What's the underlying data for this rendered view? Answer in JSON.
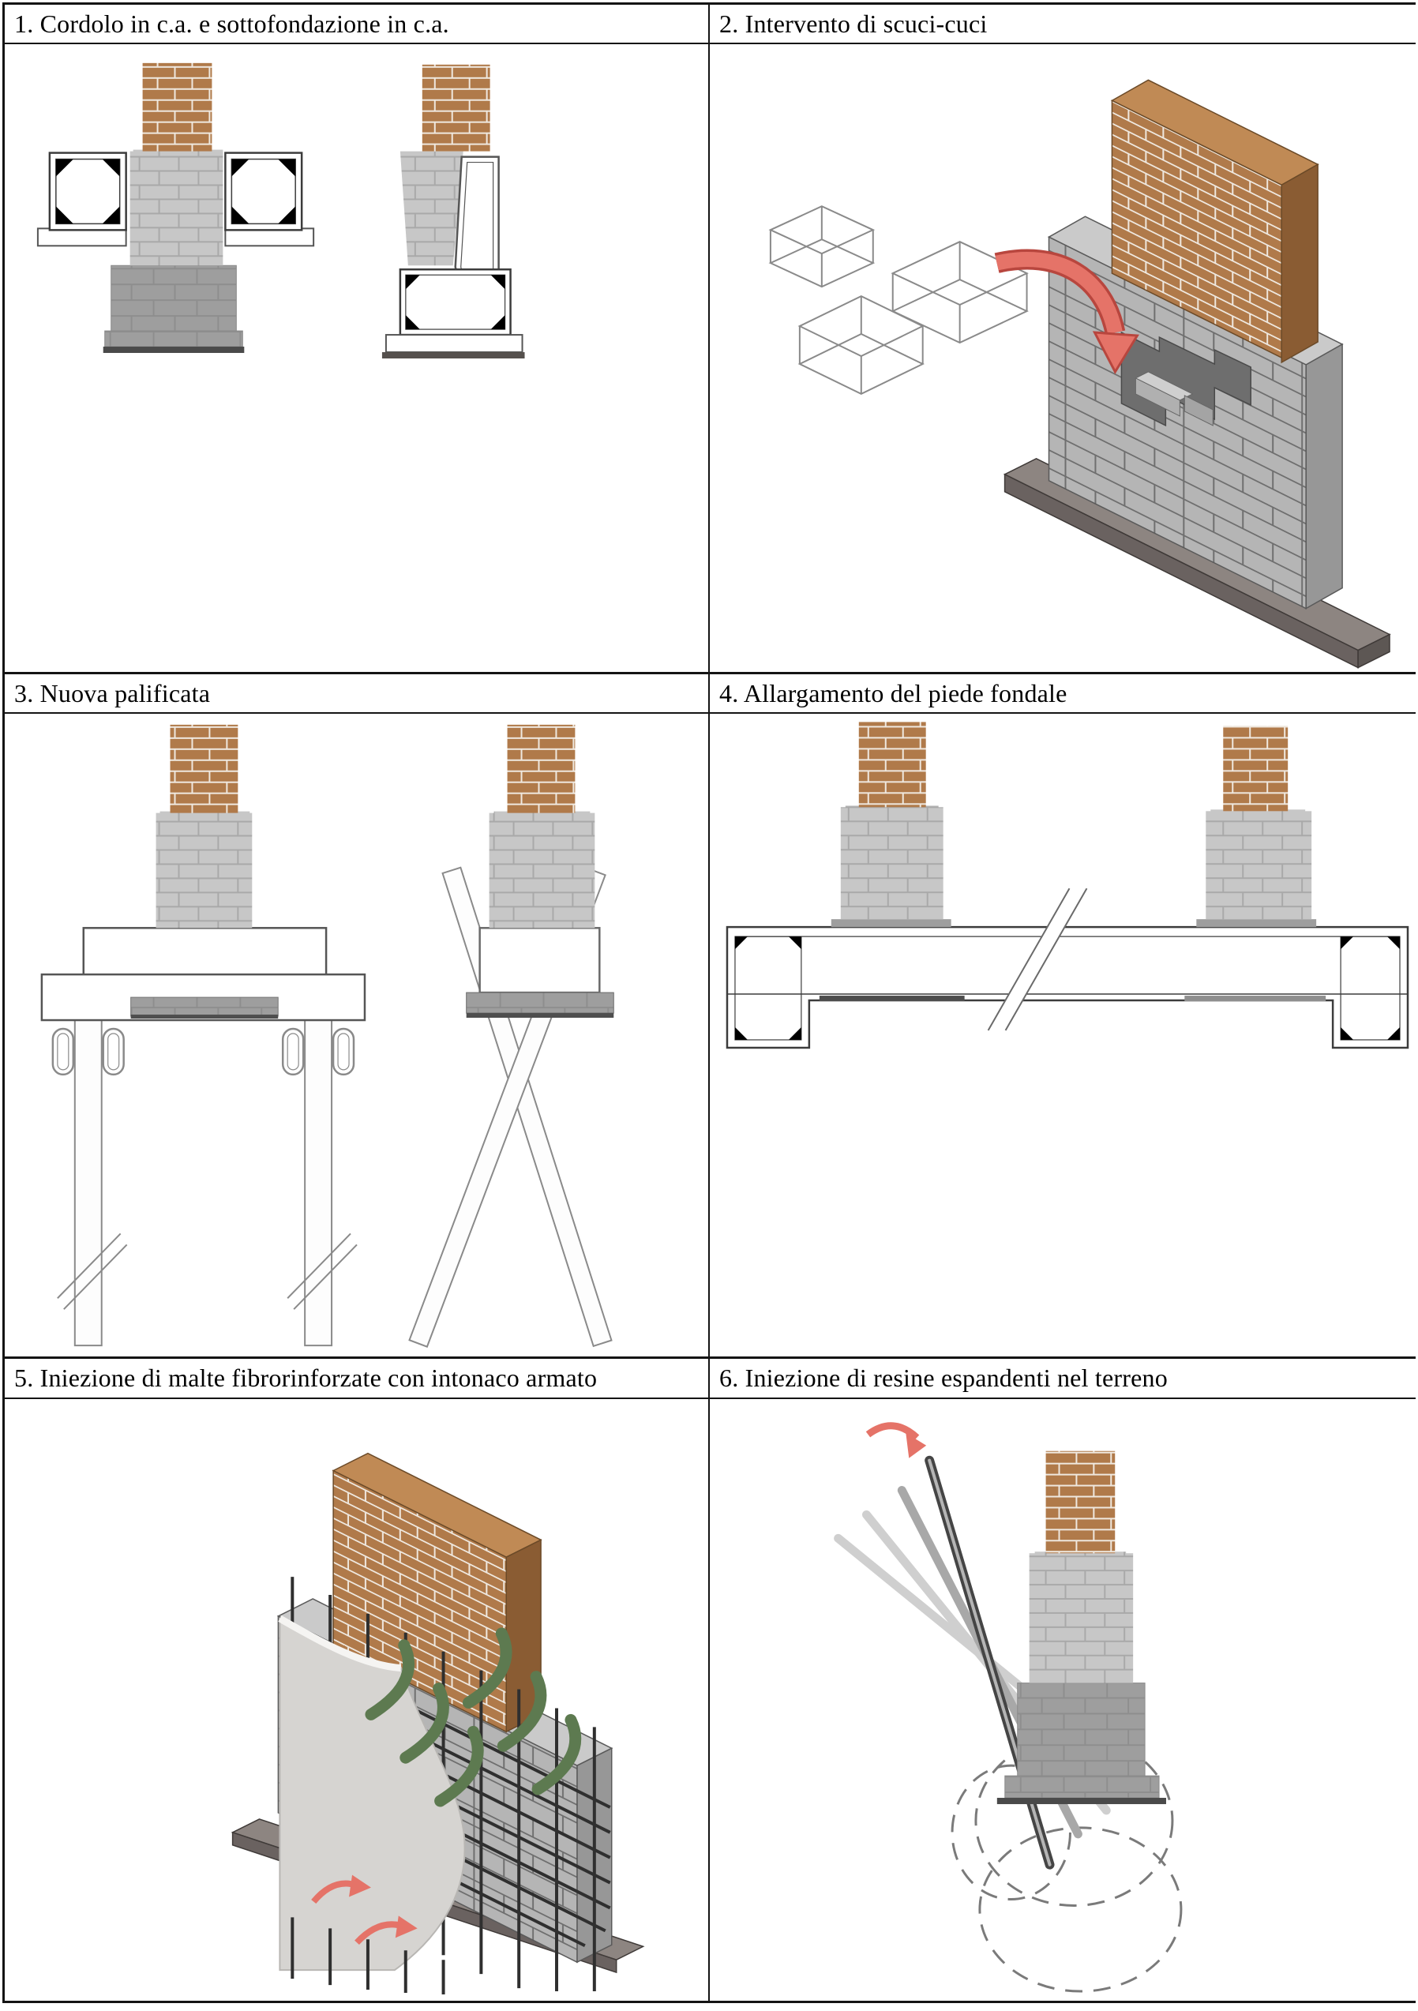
{
  "table": {
    "panels": [
      {
        "title": "1. Cordolo in c.a. e sottofondazione in c.a."
      },
      {
        "title": "2. Intervento di scuci-cuci"
      },
      {
        "title": "3. Nuova palificata"
      },
      {
        "title": "4. Allargamento del piede fondale"
      },
      {
        "title": "5. Iniezione di malte fibrorinforzate con intonaco armato"
      },
      {
        "title": "6. Iniezione di resine espandenti nel terreno"
      }
    ]
  },
  "colors": {
    "border": "#141414",
    "text": "#000000",
    "brick": "#b07a4a",
    "brick-mortar": "#efe8df",
    "brick-side": "#8a5c33",
    "brick-top": "#c08a55",
    "stone": "#c7c7c7",
    "stone-joint": "#a9a9a9",
    "block": "#b5b5b5",
    "block-joint": "#6f6f6f",
    "found": "#9e9e9e",
    "found-joint": "#8e8e8e",
    "dark-base": "#4a4a4a",
    "iso-top": "#cacaca",
    "iso-side": "#979797",
    "cavity": "#6e6e6e",
    "footing-top": "#8d8581",
    "footing-front": "#6a6260",
    "footing-end": "#5d5754",
    "outline": "#555555",
    "red-arrow": "#e57368",
    "red-arrow-dark": "#b8463e",
    "green-arrow": "#5d7a50",
    "mesh": "#2f2f2f",
    "plaster": "#d6d4d1",
    "plaster-edge": "#b8b6b3",
    "rod-dark": "#454545",
    "rod-mid": "#a8a8a8",
    "rod-light": "#cfcfcf",
    "dash": "#7a7a7a",
    "wire": "#8a8a8a"
  }
}
